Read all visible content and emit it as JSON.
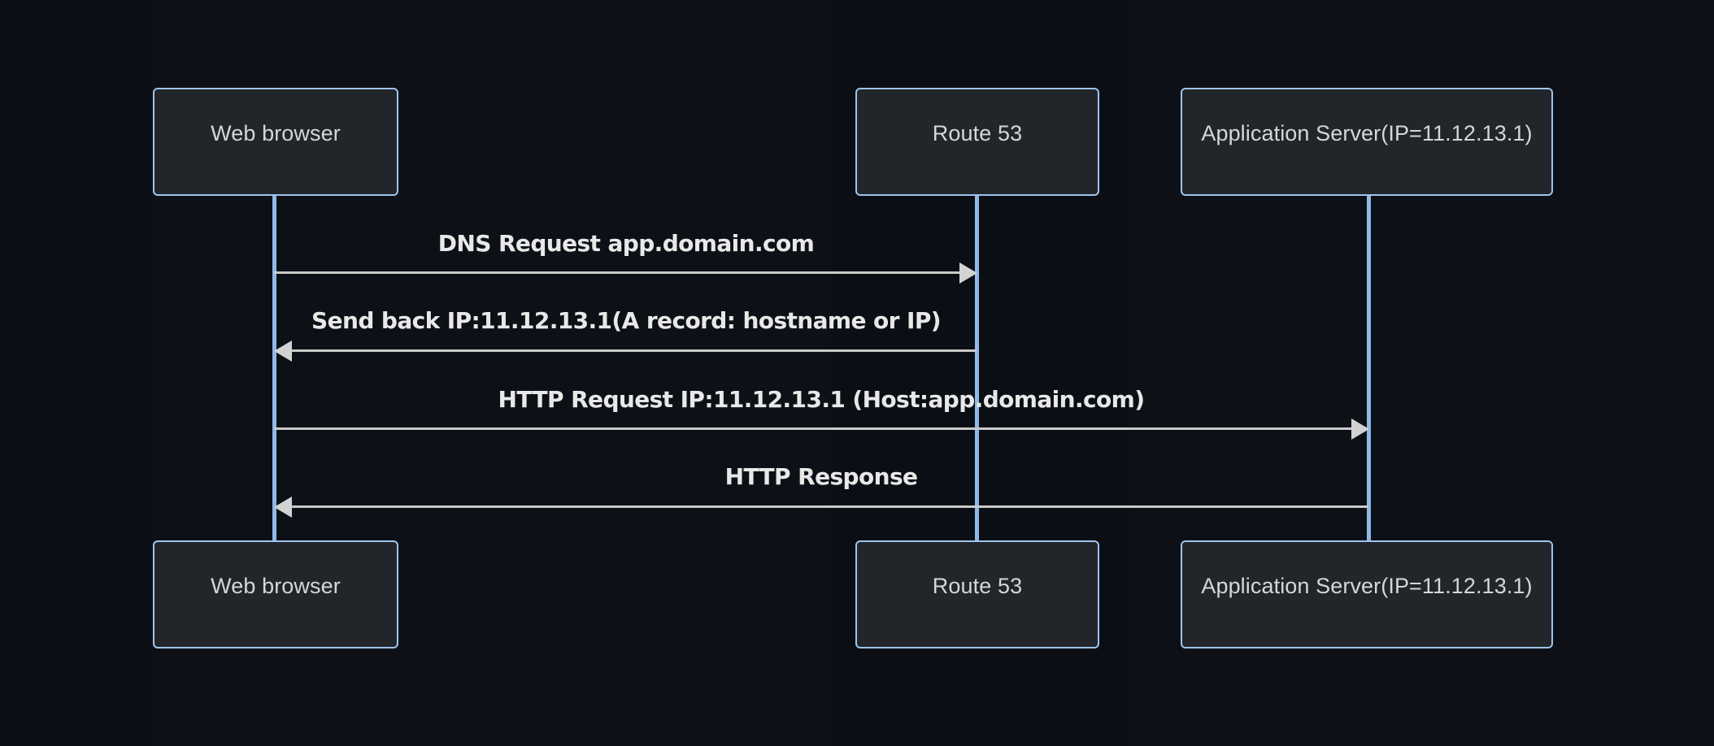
{
  "diagram": {
    "type": "sequence-diagram",
    "title": "DNS resolution and HTTP request flow",
    "background_color": "#0d1117",
    "box_fill_color": "#22262b",
    "box_border_color": "#9ec5ec",
    "lifeline_color": "#8fb9e6",
    "message_line_color": "#c9c9c9",
    "text_color": "#d6d6d6"
  },
  "participants": [
    {
      "id": "browser",
      "label": "Web browser"
    },
    {
      "id": "route53",
      "label": "Route 53"
    },
    {
      "id": "appserver",
      "label": "Application Server(IP=11.12.13.1)"
    }
  ],
  "participants_bottom": [
    {
      "id": "browser-b",
      "label": "Web browser"
    },
    {
      "id": "route53-b",
      "label": "Route 53"
    },
    {
      "id": "appserver-b",
      "label": "Application Server(IP=11.12.13.1)"
    }
  ],
  "messages": [
    {
      "index": 1,
      "from": "browser",
      "to": "route53",
      "direction": "right",
      "label": "DNS Request app.domain.com"
    },
    {
      "index": 2,
      "from": "route53",
      "to": "browser",
      "direction": "left",
      "label": "Send back IP:11.12.13.1(A record: hostname or IP)"
    },
    {
      "index": 3,
      "from": "browser",
      "to": "appserver",
      "direction": "right",
      "label": "HTTP Request IP:11.12.13.1 (Host:app.domain.com)"
    },
    {
      "index": 4,
      "from": "appserver",
      "to": "browser",
      "direction": "left",
      "label": "HTTP Response"
    }
  ]
}
